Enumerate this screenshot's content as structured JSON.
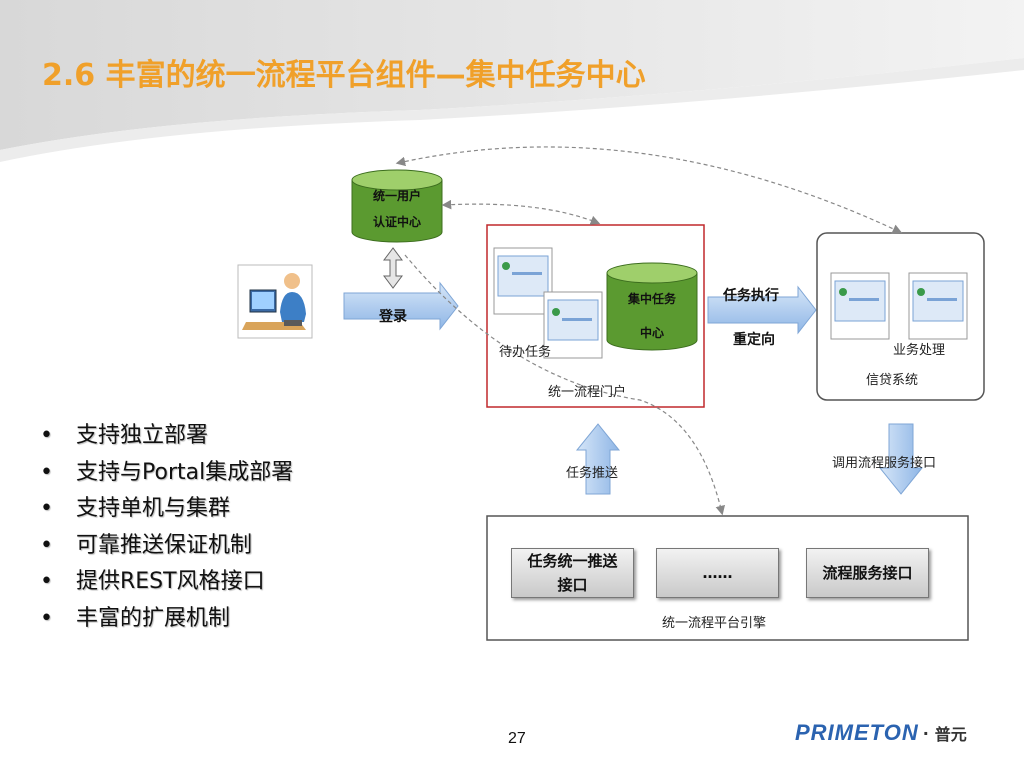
{
  "slide": {
    "title": "2.6  丰富的统一流程平台组件—集中任务中心",
    "page_number": "27"
  },
  "diagram": {
    "auth_db": {
      "line1": "统一用户",
      "line2": "认证中心"
    },
    "login_label": "登录",
    "portal": {
      "label": "统一流程门户",
      "todo_label": "待办任务",
      "task_db": {
        "line1": "集中任务",
        "line2": "中心"
      }
    },
    "exec_label": "任务执行",
    "redirect_label": "重定向",
    "loan_system": {
      "label": "信贷系统",
      "biz_label": "业务处理"
    },
    "push_label": "任务推送",
    "call_label": "调用流程服务接口",
    "engine": {
      "label": "统一流程平台引擎",
      "btn_push": {
        "line1": "任务统一推送",
        "line2": "接口"
      },
      "btn_more": "……",
      "btn_service": "流程服务接口"
    }
  },
  "features": [
    "支持独立部署",
    "支持与Portal集成部署",
    "支持单机与集群",
    "可靠推送保证机制",
    "提供REST风格接口",
    "丰富的扩展机制"
  ],
  "logo": {
    "brand": "PRIMETON",
    "separator": "·",
    "cn": "普元"
  },
  "colors": {
    "title": "#f0a02a",
    "db_green": "#5b9a30",
    "arrow_blue": "#a9c8ee",
    "portal_border": "#c0282c",
    "brand_blue": "#2b63b0"
  }
}
